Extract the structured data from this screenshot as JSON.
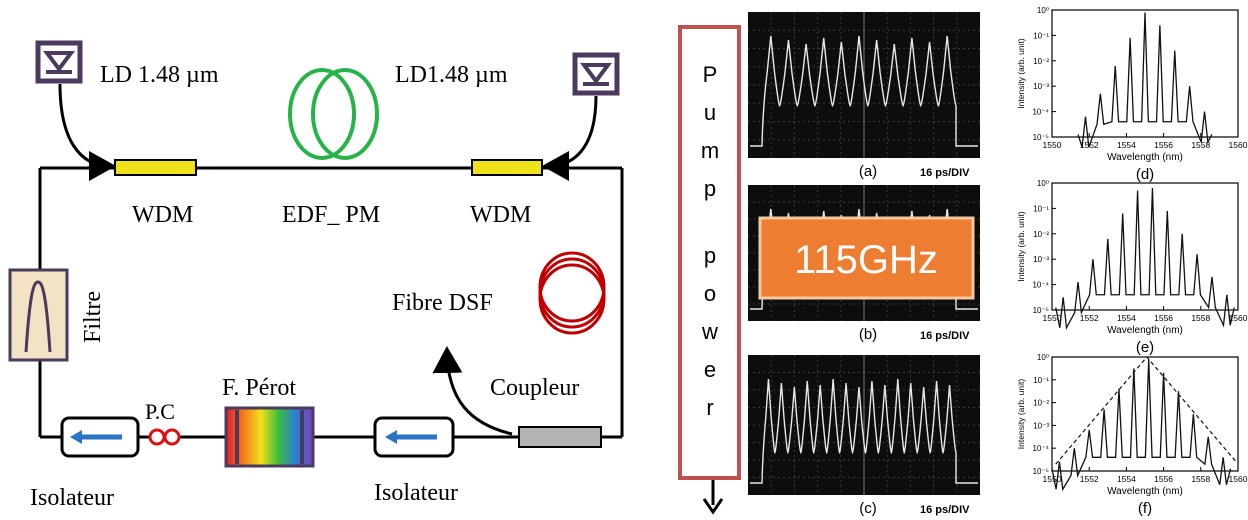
{
  "labels": {
    "ld_left": "LD 1.48 µm",
    "ld_right": "LD1.48 µm",
    "wdm_left": "WDM",
    "edf": "EDF_ PM",
    "wdm_right": "WDM",
    "filtre": "Filtre",
    "fibre_dsf": "Fibre DSF",
    "pc": "P.C",
    "fperot": "F. Pérot",
    "coupleur": "Coupleur",
    "isolateur_left": "Isolateur",
    "isolateur_right": "Isolateur"
  },
  "pump_power": [
    "P",
    "u",
    "m",
    "p",
    "",
    "p",
    "o",
    "w",
    "e",
    "r"
  ],
  "badge": "115GHz",
  "colors": {
    "laser_box": "#4b3a5e",
    "wdm": "#f0e21a",
    "edf_coil": "#27b34a",
    "dsf_coil": "#c00000",
    "pc_coil": "#d81010",
    "isolator_arrow": "#2a74c4",
    "coupler": "#b3b3b3",
    "filter_bg": "#f2e3c4",
    "pump_box": "#c0504d",
    "badge_bg": "#ec7d31"
  },
  "time_panels": [
    {
      "tag": "(a)",
      "scale": "16 ps/DIV"
    },
    {
      "tag": "(b)",
      "scale": "16 ps/DIV"
    },
    {
      "tag": "(c)",
      "scale": "16 ps/DIV"
    }
  ],
  "spectrum_axis": {
    "ylabel": "Intensity (arb. unit)",
    "xlabel": "Wavelength (nm)",
    "xticks": [
      "1550",
      "1552",
      "1554",
      "1556",
      "1558",
      "1560"
    ],
    "yticks": [
      "10⁰",
      "10⁻¹",
      "10⁻²",
      "10⁻³",
      "10⁻⁴",
      "10⁻⁵"
    ]
  },
  "spectrum_panels": [
    {
      "tag": "(d)",
      "peaks_nm": [
        1551.8,
        1552.6,
        1553.4,
        1554.2,
        1555.0,
        1555.8,
        1556.6,
        1557.4,
        1558.2
      ],
      "peaks_log10": [
        -4.2,
        -3.3,
        -2.2,
        -1.1,
        -0.1,
        -0.6,
        -1.6,
        -3.0,
        -4.0
      ]
    },
    {
      "tag": "(e)",
      "peaks_nm": [
        1550.6,
        1551.4,
        1552.2,
        1553.0,
        1553.8,
        1554.6,
        1555.4,
        1556.2,
        1557.0,
        1557.8,
        1558.6,
        1559.4
      ],
      "peaks_log10": [
        -4.5,
        -3.9,
        -3.0,
        -2.2,
        -1.2,
        -0.3,
        -0.2,
        -1.1,
        -2.0,
        -2.8,
        -3.7,
        -4.4
      ]
    },
    {
      "tag": "(f)",
      "peaks_nm": [
        1550.4,
        1551.2,
        1552.0,
        1552.8,
        1553.6,
        1554.4,
        1555.2,
        1556.0,
        1556.8,
        1557.6,
        1558.4,
        1559.2
      ],
      "peaks_log10": [
        -4.6,
        -4.0,
        -3.2,
        -2.3,
        -1.4,
        -0.5,
        -0.1,
        -0.7,
        -1.5,
        -2.5,
        -3.5,
        -4.4
      ]
    }
  ]
}
